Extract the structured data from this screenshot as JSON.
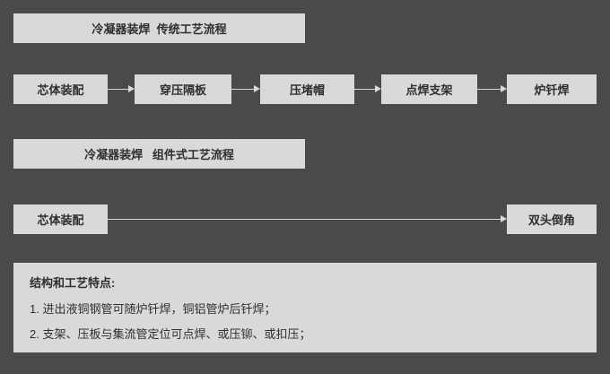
{
  "colors": {
    "background": "#4a4a4a",
    "box": "#d9d9d9",
    "text": "#2f2f2f",
    "arrow": "#d9d9d9"
  },
  "flow1": {
    "title": "冷凝器装焊  传统工艺流程",
    "steps": [
      "芯体装配",
      "穿压隔板",
      "压堵帽",
      "点焊支架",
      "炉钎焊"
    ]
  },
  "flow2": {
    "title": "冷凝器装焊   组件式工艺流程",
    "steps": [
      "芯体装配",
      "双头倒角"
    ]
  },
  "notes": {
    "title": "结构和工艺特点:",
    "items": [
      "1. 进出液铜钢管可随炉钎焊，铜铝管炉后钎焊；",
      "2. 支架、压板与集流管定位可点焊、或压铆、或扣压；"
    ]
  }
}
